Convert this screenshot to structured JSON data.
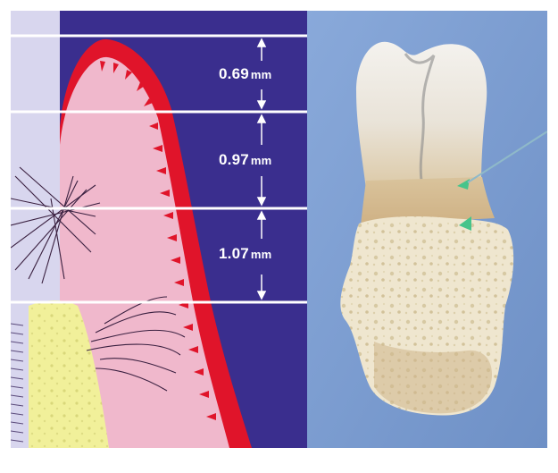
{
  "measurements": [
    {
      "value": "0.69",
      "unit": "mm"
    },
    {
      "value": "0.97",
      "unit": "mm"
    },
    {
      "value": "1.07",
      "unit": "mm"
    }
  ],
  "colors": {
    "background_navy": "#3a2e8e",
    "gingiva_red": "#e0142a",
    "connective_pink": "#f0b8cc",
    "bone_yellow": "#f1f09a",
    "photo_background": "#7d9ed2",
    "marker_green": "#46c48b"
  }
}
